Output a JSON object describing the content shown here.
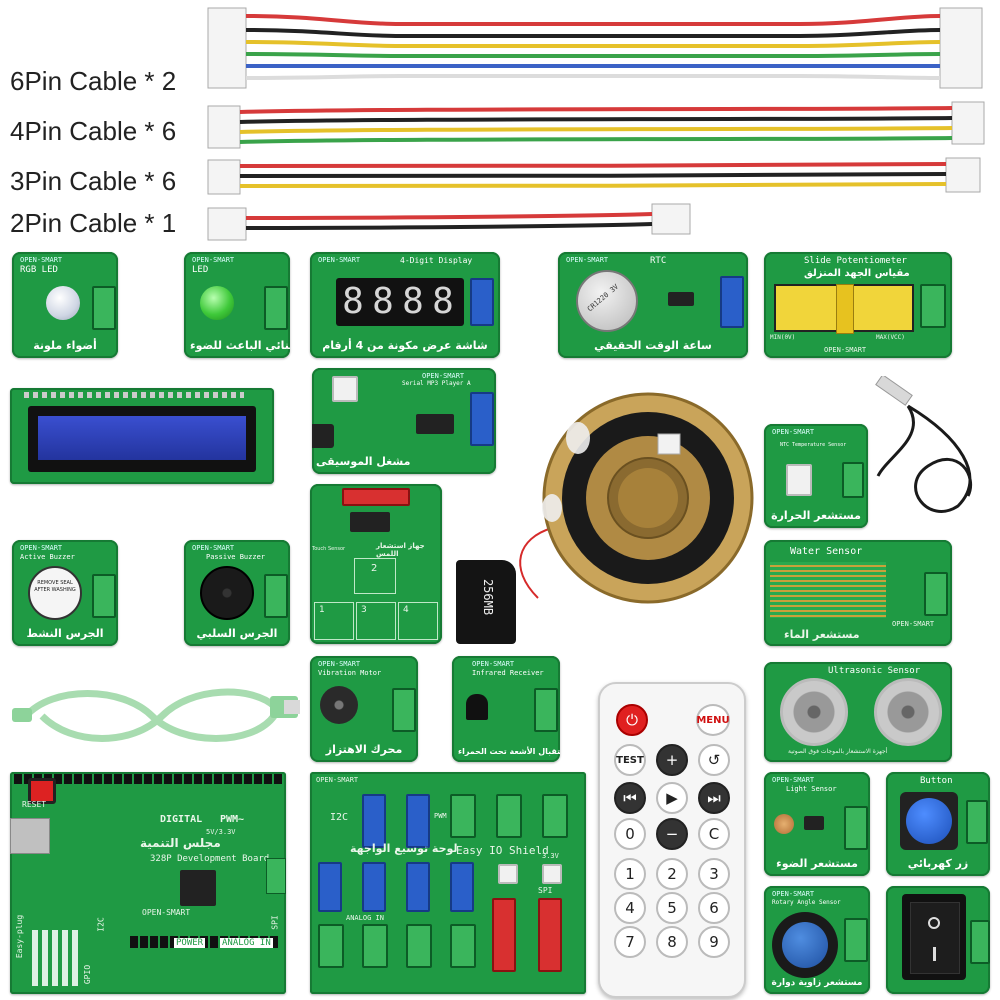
{
  "cables": [
    {
      "label": "6Pin Cable * 2"
    },
    {
      "label": "4Pin Cable * 6"
    },
    {
      "label": "3Pin Cable * 6"
    },
    {
      "label": "2Pin Cable * 1"
    }
  ],
  "brand": "OPEN-SMART",
  "modules": {
    "rgb_led": {
      "title": "RGB LED",
      "arabic": "أضواء ملونة"
    },
    "led": {
      "title": "LED",
      "arabic": "الثنائي الباعث للضوء"
    },
    "digit_display": {
      "title": "4-Digit Display",
      "arabic": "شاشة عرض مكونة من 4 أرقام",
      "digits": [
        "8",
        "8",
        "8",
        "8"
      ]
    },
    "rtc": {
      "title": "RTC",
      "arabic": "ساعة الوقت الحقيقي",
      "battery": "CR1220 3V"
    },
    "slide_pot": {
      "title": "Slide Potentiometer",
      "arabic": "مقياس الجهد المنزلق",
      "min": "MIN(0V)",
      "max": "MAX(VCC)"
    },
    "mp3": {
      "title": "Serial MP3 Player A",
      "arabic": "مشغل الموسيقى"
    },
    "touch": {
      "title": "Touch Sensor",
      "arabic": "جهاز استشعار اللمس",
      "keys": [
        "1",
        "2",
        "3",
        "4"
      ]
    },
    "ntc": {
      "title": "NTC Temperature Sensor",
      "arabic": "مستشعر الحرارة"
    },
    "active_buzzer": {
      "title": "Active Buzzer",
      "arabic": "الجرس النشط",
      "sticker": "REMOVE SEAL AFTER WASHING"
    },
    "passive_buzzer": {
      "title": "Passive Buzzer",
      "arabic": "الجرس السلبي"
    },
    "sd_card": {
      "label": "256MB"
    },
    "water": {
      "title": "Water Sensor",
      "arabic": "مستشعر الماء"
    },
    "vibration": {
      "title": "Vibration Motor",
      "arabic": "محرك الاهتزاز"
    },
    "ir_receiver": {
      "title": "Infrared Receiver",
      "arabic": "استقبال الأشعة تحت الحمراء"
    },
    "ultrasonic": {
      "title": "Ultrasonic Sensor",
      "arabic": "أجهزة الاستشعار بالموجات فوق الصوتية"
    },
    "light": {
      "title": "Light Sensor",
      "arabic": "مستشعر الضوء"
    },
    "button": {
      "title": "Button",
      "arabic": "زر كهربائي"
    },
    "rotary": {
      "title": "Rotary Angle Sensor",
      "arabic": "مستشعر زاوية دوارة"
    },
    "dev_board": {
      "title": "328P Development Board",
      "arabic": "مجلس التنمية",
      "labels": [
        "RESET",
        "DIGITAL",
        "PWM~",
        "POWER",
        "ANALOG IN",
        "I2C",
        "SPI",
        "Easy-plug",
        "GPIO",
        "5V/3.3V"
      ]
    },
    "io_shield": {
      "title": "Easy IO Shield",
      "arabic": "لوحة توسيع الواجهة",
      "labels": [
        "I2C",
        "PWM",
        "ANALOG IN",
        "SPI",
        "3.3V"
      ]
    }
  },
  "remote": {
    "rows": [
      [
        "power",
        "MENU"
      ],
      [
        "TEST",
        "+",
        "↺"
      ],
      [
        "⏮",
        "▶",
        "⏭"
      ],
      [
        "0",
        "−",
        "C"
      ],
      [
        "1",
        "2",
        "3"
      ],
      [
        "4",
        "5",
        "6"
      ],
      [
        "7",
        "8",
        "9"
      ]
    ]
  },
  "colors": {
    "pcb": "#1f9a44",
    "connector_green": "#3ab55c",
    "connector_blue": "#2a5fc9",
    "lcd": "#2b3fb6"
  }
}
